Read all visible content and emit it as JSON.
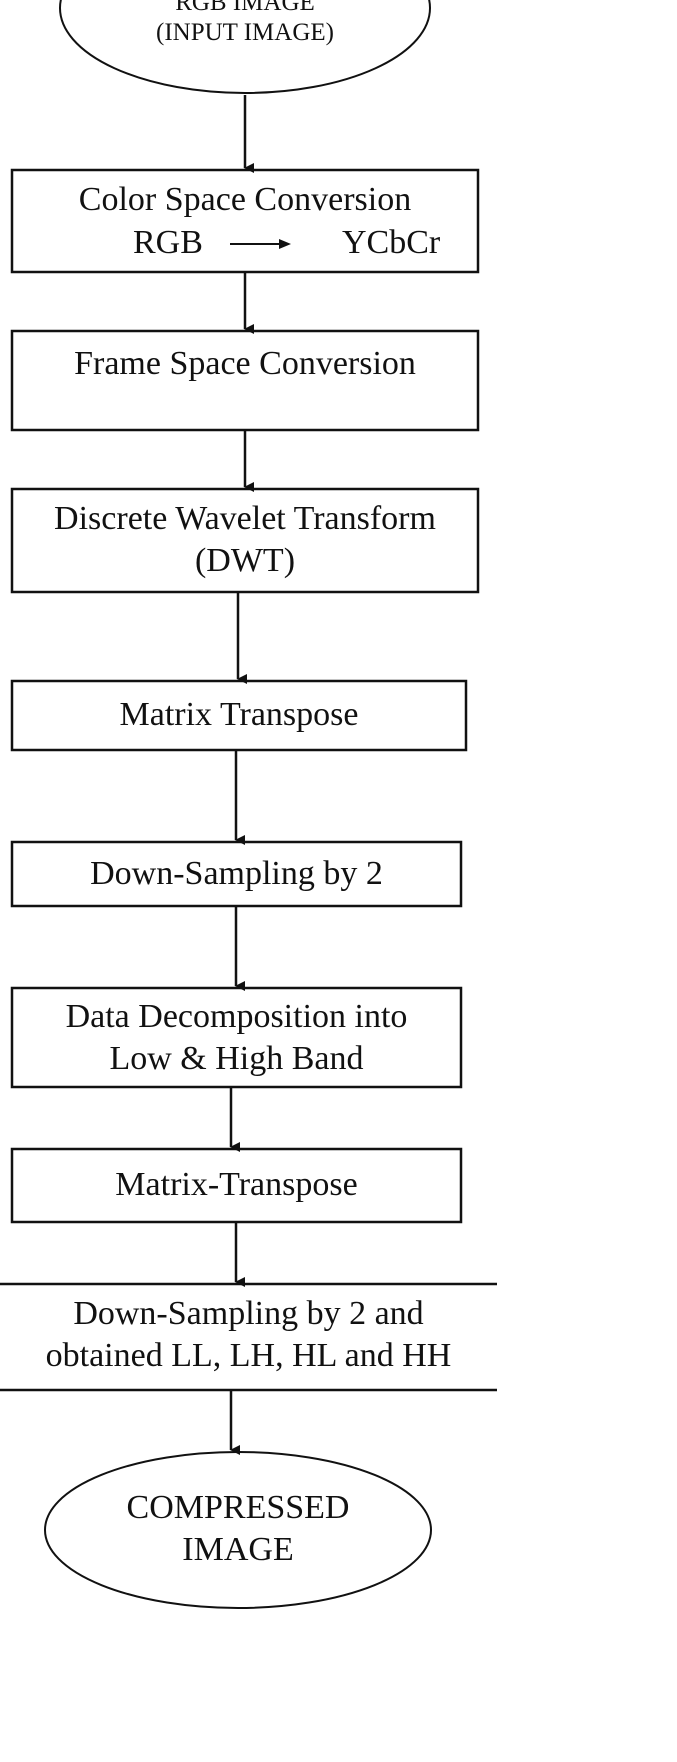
{
  "diagram": {
    "nodes": [
      {
        "id": "input",
        "shape": "ellipse",
        "lines": [
          "RGB IMAGE",
          "(INPUT IMAGE)"
        ]
      },
      {
        "id": "color-space",
        "shape": "rect",
        "lines": [
          "Color Space Conversion"
        ],
        "row": {
          "from": "RGB",
          "to": "YCbCr"
        }
      },
      {
        "id": "frame-space",
        "shape": "rect",
        "lines": [
          "Frame Space Conversion"
        ]
      },
      {
        "id": "dwt",
        "shape": "rect",
        "lines": [
          "Discrete Wavelet Transform",
          "(DWT)"
        ]
      },
      {
        "id": "transpose-1",
        "shape": "rect",
        "lines": [
          "Matrix Transpose"
        ]
      },
      {
        "id": "downsample-1",
        "shape": "rect",
        "lines": [
          "Down-Sampling by 2"
        ]
      },
      {
        "id": "decompose",
        "shape": "rect",
        "lines": [
          "Data Decomposition into",
          "Low & High Band"
        ]
      },
      {
        "id": "transpose-2",
        "shape": "rect",
        "lines": [
          "Matrix-Transpose"
        ]
      },
      {
        "id": "downsample-2",
        "shape": "rect",
        "lines": [
          "Down-Sampling by 2 and",
          "obtained LL, LH, HL and HH"
        ]
      },
      {
        "id": "output",
        "shape": "ellipse",
        "lines": [
          "COMPRESSED",
          "IMAGE"
        ]
      }
    ]
  }
}
